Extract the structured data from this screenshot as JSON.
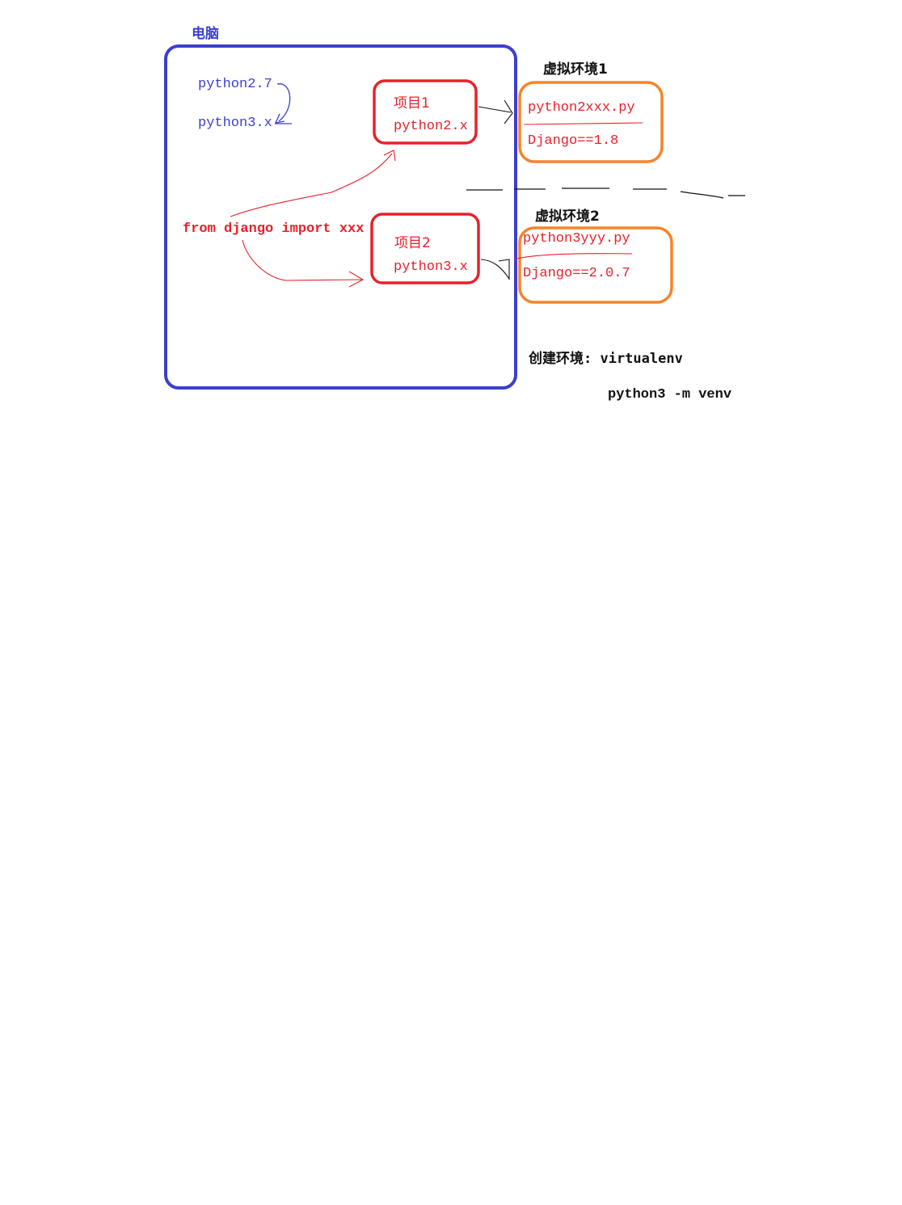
{
  "computer": {
    "label": "电脑",
    "python_versions": [
      "python2.7",
      "python3.x"
    ],
    "import_line": "from django import xxx"
  },
  "projects": [
    {
      "name": "项目1",
      "python": "python2.x"
    },
    {
      "name": "项目2",
      "python": "python3.x"
    }
  ],
  "environments": [
    {
      "label": "虚拟环境1",
      "interpreter": "python2xxx.py",
      "package": "Django==1.8"
    },
    {
      "label": "虚拟环境2",
      "interpreter": "python3yyy.py",
      "package": "Django==2.0.7"
    }
  ],
  "notes": {
    "create_env": "创建环境: virtualenv",
    "command": "python3 -m venv"
  },
  "colors": {
    "computer": "#3b3fcf",
    "project": "#e8202a",
    "environment": "#f5842a",
    "text_red": "#e8202a",
    "text_black": "#111111"
  }
}
